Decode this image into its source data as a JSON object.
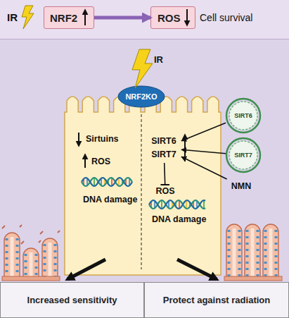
{
  "diagram": {
    "nodes": [
      {
        "text": [
          "IR",
          "Cell survival"
        ]
      },
      {
        "text": [
          "NRF2"
        ],
        "in": 0
      },
      {
        "text": [
          "ROS"
        ],
        "in": 0
      },
      {
        "text": [
          "Sirtuins",
          "ROS",
          "DNA damage",
          "DNA damage"
        ]
      },
      {
        "text": [
          "NRF2KO"
        ],
        "in": 3
      },
      {
        "text": [
          "SIRT6",
          "SIRT7"
        ],
        "in": 3
      },
      {
        "text": [
          "ROS"
        ],
        "in": 3
      },
      {
        "text": [
          "SIRT6"
        ]
      },
      {
        "text": [
          "SIRT7"
        ]
      },
      {
        "text": [
          "NMN"
        ]
      },
      {
        "text": [
          "Increased sensitivity"
        ]
      },
      {
        "text": [
          "Protect against radiation"
        ]
      }
    ],
    "edges": [
      {
        "from": 1,
        "to": 2,
        "arrow": "to"
      },
      {
        "from": 7,
        "to": 5,
        "arrow": "to"
      },
      {
        "from": 8,
        "to": 5,
        "arrow": "to"
      },
      {
        "from": 9,
        "to": 5,
        "arrow": "to"
      },
      {
        "from": 5,
        "to": 6,
        "arrow": "to"
      }
    ],
    "labels": [
      "IR"
    ]
  }
}
